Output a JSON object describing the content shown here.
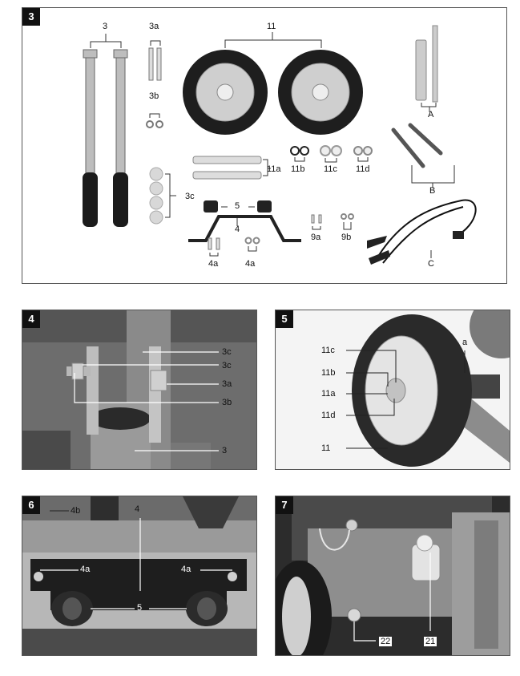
{
  "figures": [
    {
      "number": "3",
      "labels": {
        "l3": "3",
        "l3a": "3a",
        "l3b": "3b",
        "l3c": "3c",
        "l11": "11",
        "l11a": "11a",
        "l11b": "11b",
        "l11c": "11c",
        "l11d": "11d",
        "l5": "5",
        "l4": "4",
        "l4a_1": "4a",
        "l4a_2": "4a",
        "l9a": "9a",
        "l9b": "9b",
        "lA": "A",
        "lB": "B",
        "lC": "C"
      }
    },
    {
      "number": "4",
      "labels": {
        "c1": "3c",
        "c2": "3c",
        "c3": "3a",
        "c4": "3b",
        "c5": "3"
      }
    },
    {
      "number": "5",
      "labels": {
        "c1": "11c",
        "c2": "11b",
        "c3": "11a",
        "c4": "11d",
        "c5": "11",
        "ca": "a"
      }
    },
    {
      "number": "6",
      "labels": {
        "l4": "4",
        "l4b": "4b",
        "l4a_1": "4a",
        "l4a_2": "4a",
        "l5": "5"
      }
    },
    {
      "number": "7",
      "labels": {
        "l22": "22",
        "l21": "21"
      }
    }
  ]
}
